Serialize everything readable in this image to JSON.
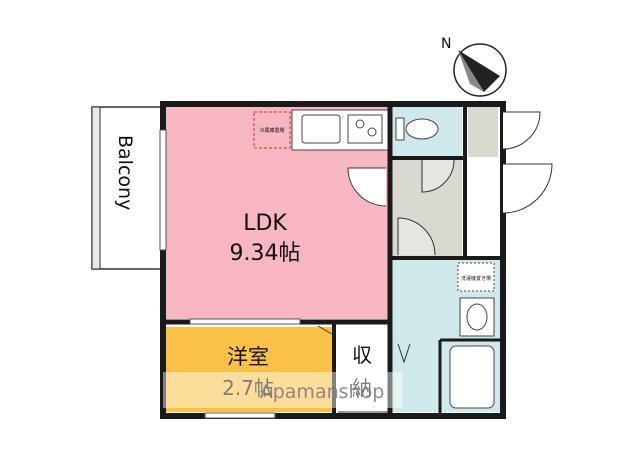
{
  "compass": {
    "north_label": "N"
  },
  "balcony": {
    "label": "Balcony"
  },
  "ldk": {
    "name": "LDK",
    "size": "9.34帖"
  },
  "fridge": {
    "label": "冷蔵庫置場"
  },
  "western_room": {
    "name": "洋室",
    "size": "2.7帖"
  },
  "storage": {
    "line1": "収",
    "line2": "納"
  },
  "washer": {
    "label": "洗濯機置き場"
  },
  "watermark": {
    "text": "Apamanshop"
  },
  "colors": {
    "ldk_fill": "#f7b7c1",
    "western_fill": "#f9c247",
    "wet_area_fill": "#cfe8ec",
    "entrance_fill": "#d9d9d0",
    "wall": "#1a1a1a"
  }
}
